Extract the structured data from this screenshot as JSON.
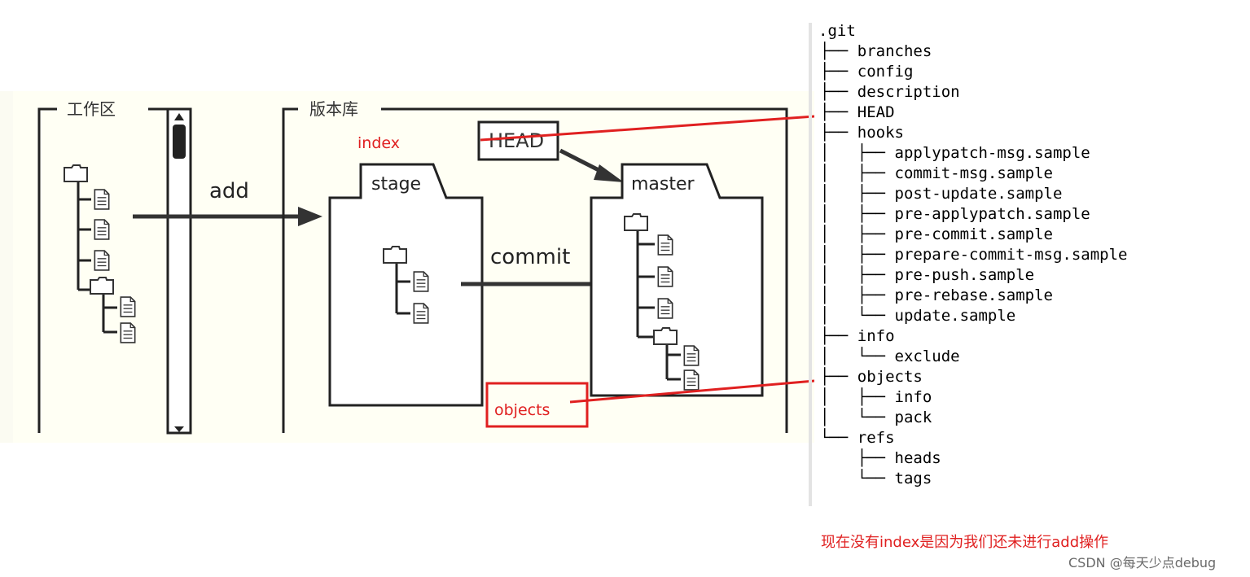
{
  "diagram": {
    "workspace_label": "工作区",
    "repository_label": "版本库",
    "head_label": "HEAD",
    "stage_label": "stage",
    "master_label": "master",
    "add_label": "add",
    "commit_label": "commit",
    "index_annotation": "index",
    "objects_annotation": "objects",
    "accent_color": "#e02020",
    "panel_background": "#fffff4"
  },
  "tree": {
    "root": ".git",
    "lines": [
      "├── branches",
      "├── config",
      "├── description",
      "├── HEAD",
      "├── hooks",
      "│   ├── applypatch-msg.sample",
      "│   ├── commit-msg.sample",
      "│   ├── post-update.sample",
      "│   ├── pre-applypatch.sample",
      "│   ├── pre-commit.sample",
      "│   ├── prepare-commit-msg.sample",
      "│   ├── pre-push.sample",
      "│   ├── pre-rebase.sample",
      "│   └── update.sample",
      "├── info",
      "│   └── exclude",
      "├── objects",
      "│   ├── info",
      "│   └── pack",
      "└── refs",
      "    ├── heads",
      "    └── tags"
    ]
  },
  "note": "现在没有index是因为我们还未进行add操作",
  "credit": "CSDN @每天少点debug"
}
